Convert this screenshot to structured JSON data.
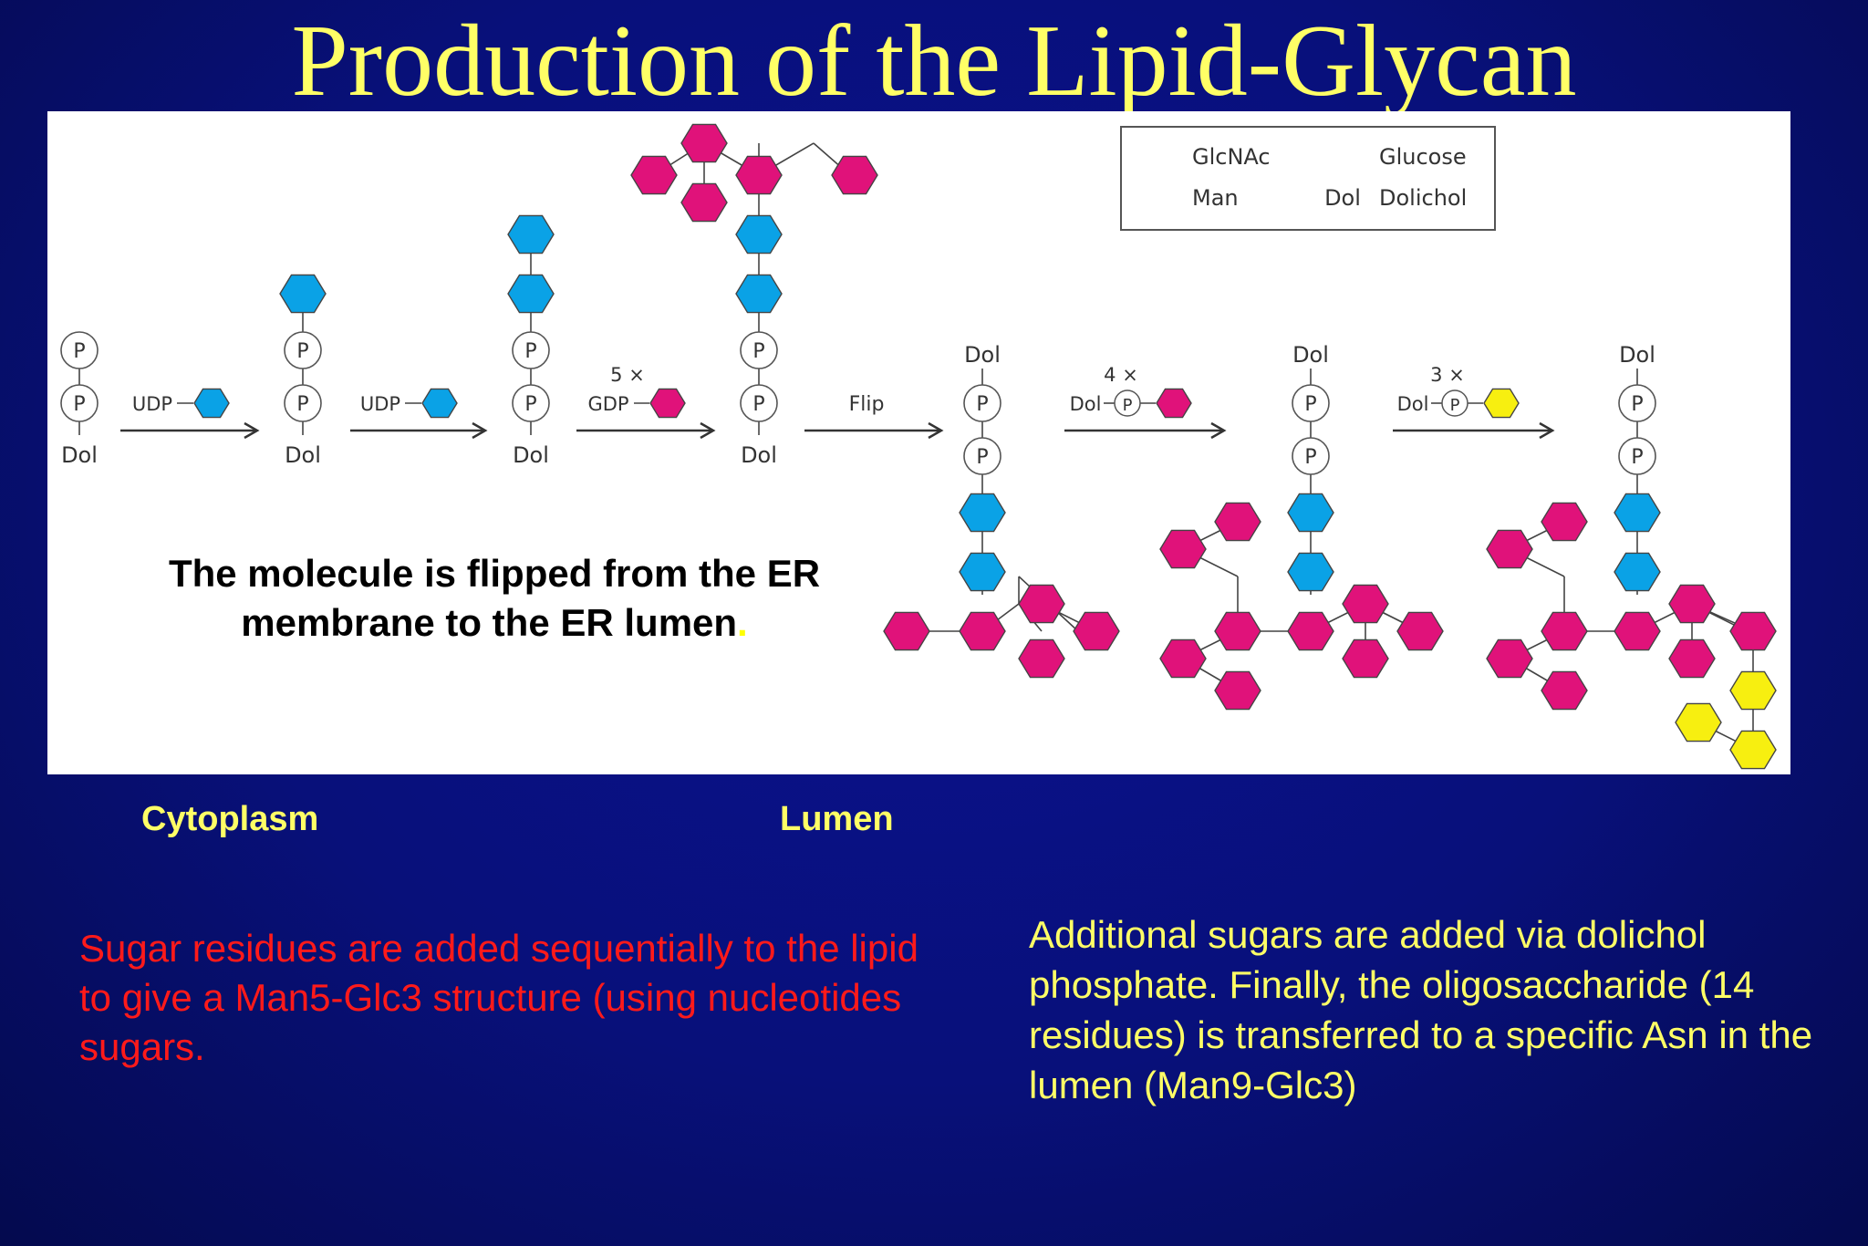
{
  "slide": {
    "title": "Production of the Lipid-Glycan",
    "flip_note": "The molecule is flipped from the ER membrane to the ER lumen",
    "flip_note_period": ".",
    "cytoplasm_label": "Cytoplasm",
    "lumen_label": "Lumen",
    "left_text": "Sugar residues are added sequentially to the lipid to give a Man5-Glc3 structure (using nucleotides sugars.",
    "right_text": "Additional sugars are added via dolichol phosphate.  Finally, the  oligosaccharide (14 residues) is transferred to a specific Asn in the lumen (Man9-Glc3)"
  },
  "diagram": {
    "legend": {
      "glcnac": "GlcNAc",
      "glucose": "Glucose",
      "man": "Man",
      "dol_abbr": "Dol",
      "dolichol": "Dolichol"
    },
    "phosphate_symbol": "P",
    "dol_label": "Dol",
    "steps": {
      "step1_donor": "UDP",
      "step2_donor": "UDP",
      "step3_count": "5 ×",
      "step3_donor": "GDP",
      "step4_label": "Flip",
      "step5_count": "4 ×",
      "step5_donor": "Dol",
      "step6_count": "3 ×",
      "step6_donor": "Dol"
    },
    "colors": {
      "glcnac": "#0aa2e6",
      "man": "#e0127a",
      "glucose": "#f7ef10",
      "outline": "#444444"
    }
  }
}
